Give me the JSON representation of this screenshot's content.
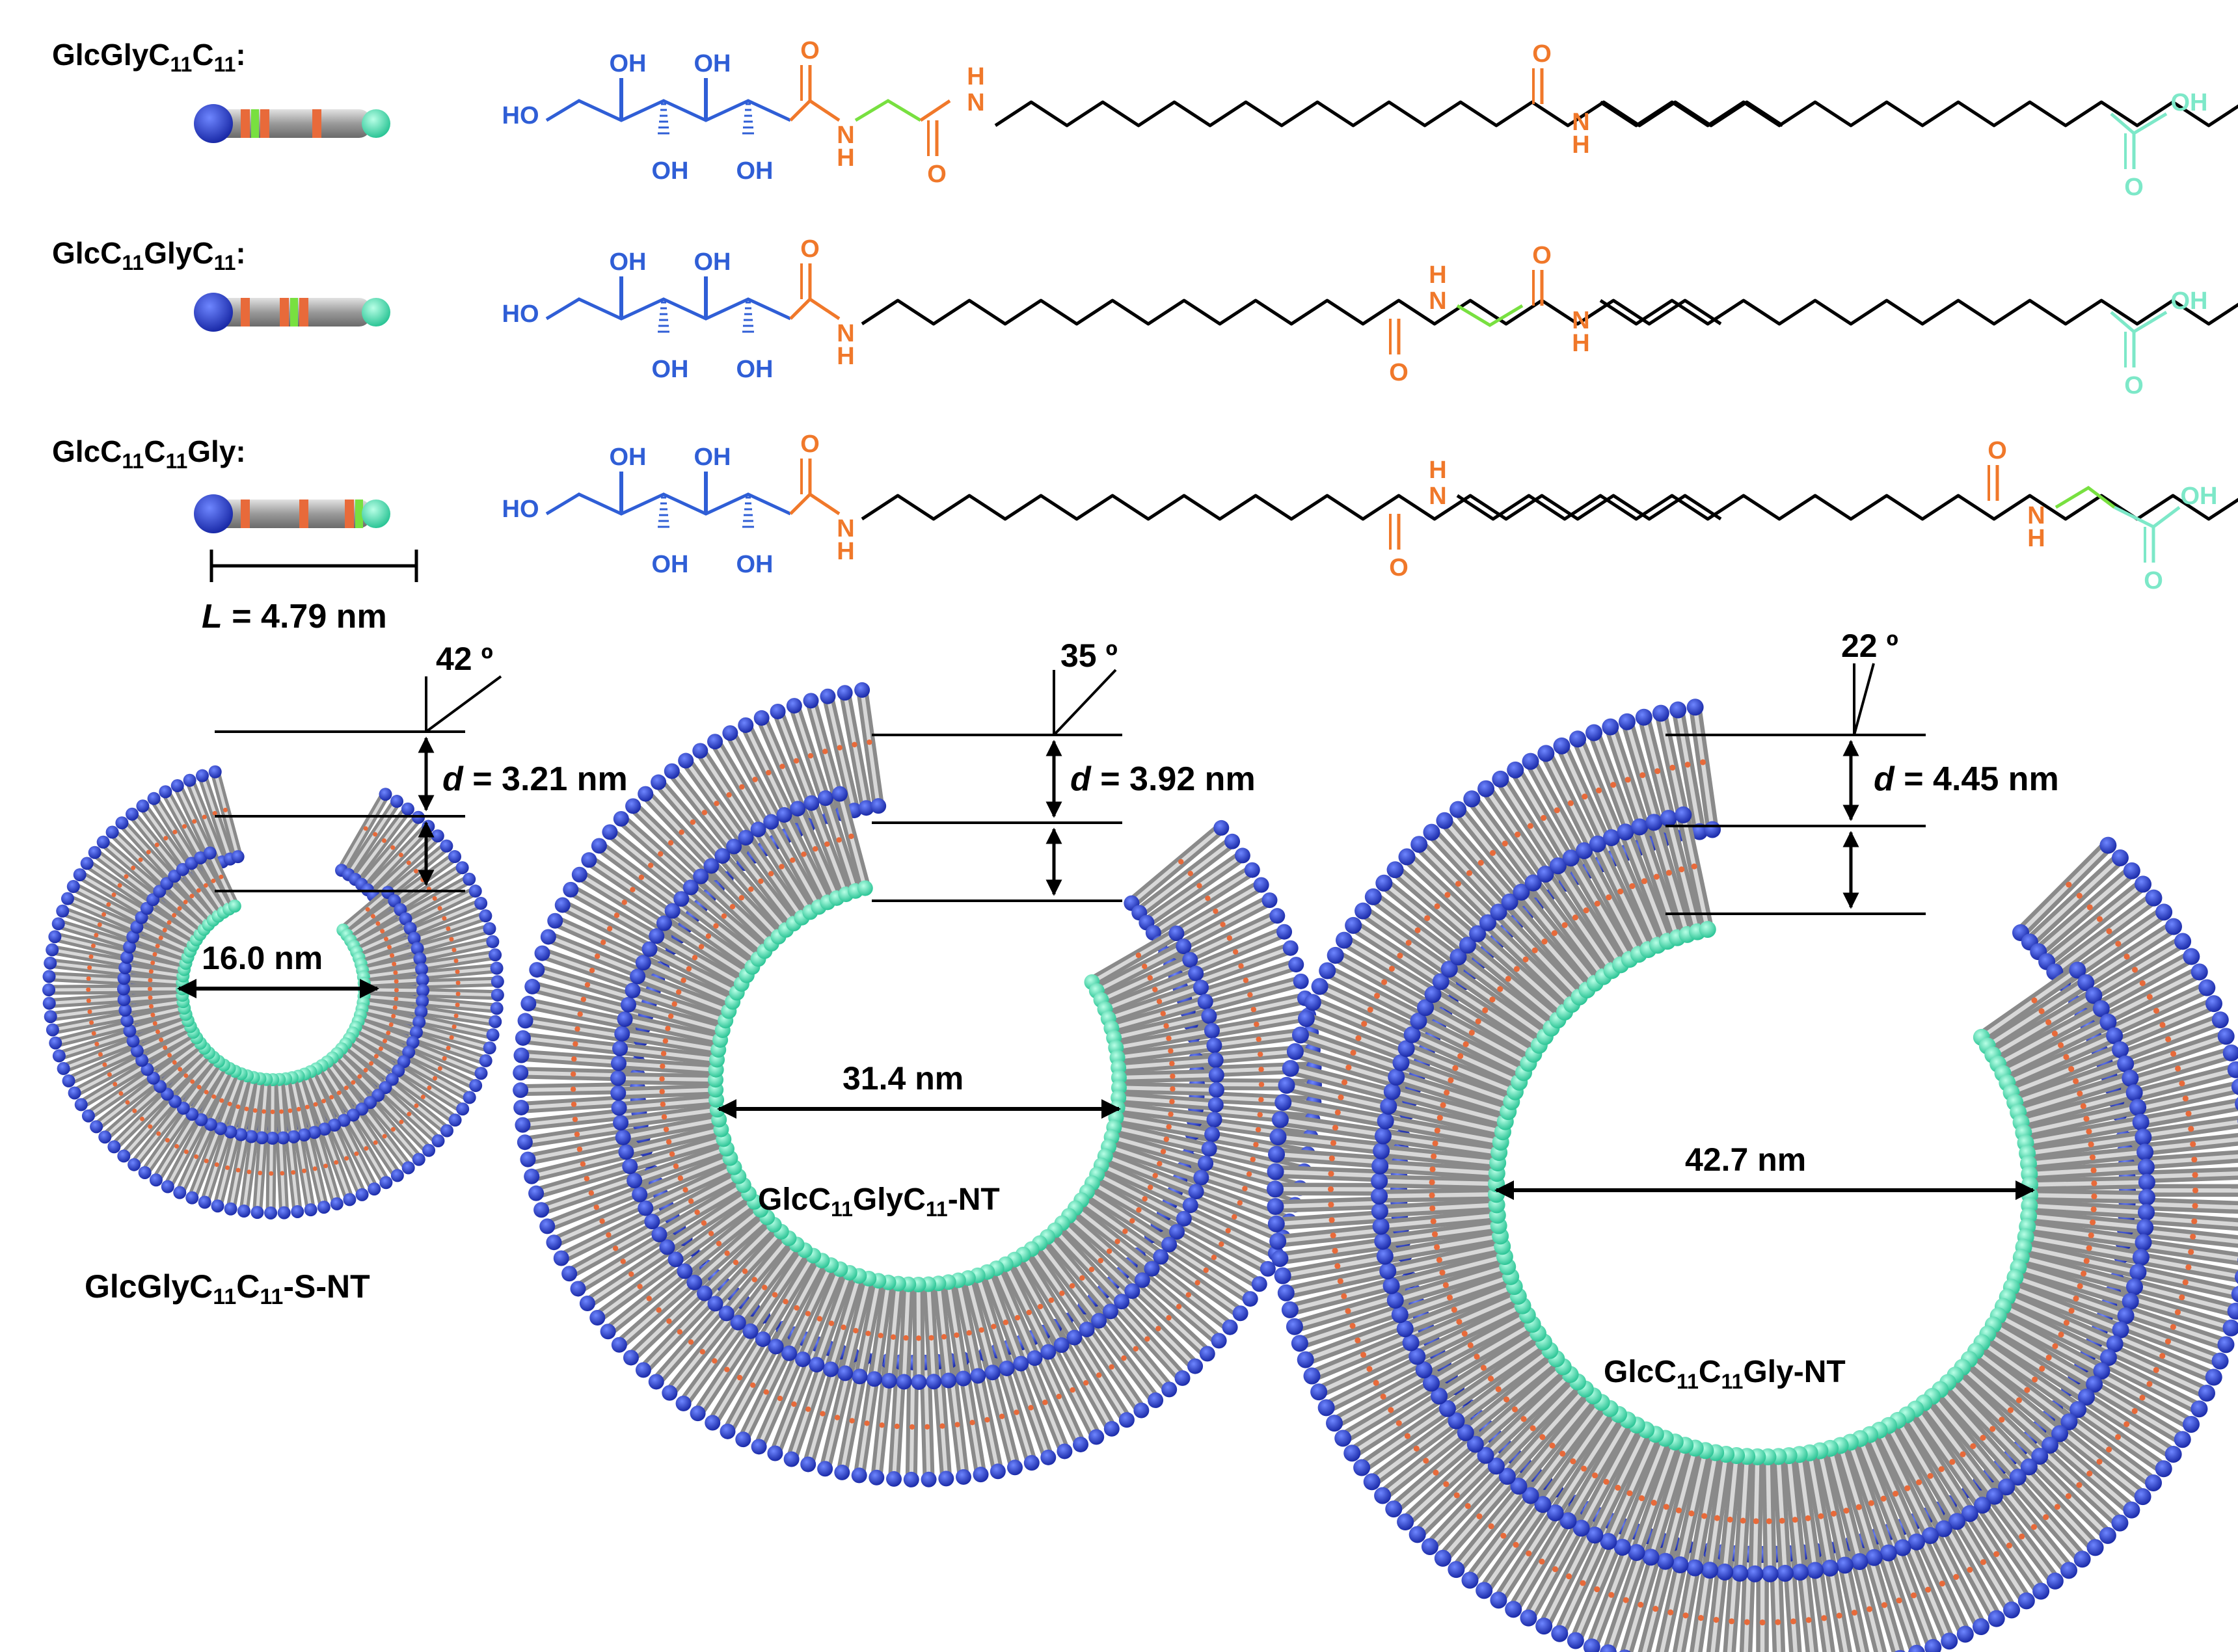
{
  "molecules": [
    {
      "id": "m1",
      "name_base": "GlcGlyC",
      "name_tail": ":",
      "sub1": "11",
      "mid": "C",
      "sub2": "11",
      "text_pre": "GlcGlyC",
      "text_sub_a": "11",
      "text_mid": "C",
      "text_sub_b": "11",
      "text_post": ":"
    },
    {
      "id": "m2",
      "text_pre": "GlcC",
      "text_sub_a": "11",
      "text_mid": "GlyC",
      "text_sub_b": "11",
      "text_post": ":"
    },
    {
      "id": "m3",
      "text_pre": "GlcC",
      "text_sub_a": "11",
      "text_mid": "C",
      "text_sub_b": "11",
      "text_post": "Gly:"
    }
  ],
  "structure_labels": {
    "oh": "OH",
    "ho": "HO",
    "h": "H",
    "n": "N",
    "o": "O"
  },
  "length": {
    "symbol": "L",
    "value": " = 4.79 nm"
  },
  "nanotubes": [
    {
      "id": "nt1",
      "angle": "42 º",
      "d_symbol": "d",
      "d_value": " = 3.21 nm",
      "diameter": "16.0 nm",
      "label_pre": "GlcGlyC",
      "label_sub_a": "11",
      "label_mid": "C",
      "label_sub_b": "11",
      "label_post": "-S-NT"
    },
    {
      "id": "nt2",
      "angle": "35 º",
      "d_symbol": "d",
      "d_value": " = 3.92 nm",
      "diameter": "31.4 nm",
      "label_pre": "GlcC",
      "label_sub_a": "11",
      "label_mid": "GlyC",
      "label_sub_b": "11",
      "label_post": "-NT"
    },
    {
      "id": "nt3",
      "angle": "22 º",
      "d_symbol": "d",
      "d_value": " = 4.45 nm",
      "diameter": "42.7 nm",
      "label_pre": "GlcC",
      "label_sub_a": "11",
      "label_mid": "C",
      "label_sub_b": "11",
      "label_post": "Gly-NT"
    }
  ],
  "colors": {
    "glucose": "#2f5ed6",
    "amide": "#f0782a",
    "glycine": "#78e040",
    "acid": "#7de8c8",
    "chain": "#000000",
    "rod": "#a8a8a8",
    "head_blue": "#2a3fcf",
    "head_teal": "#57e3b5"
  }
}
